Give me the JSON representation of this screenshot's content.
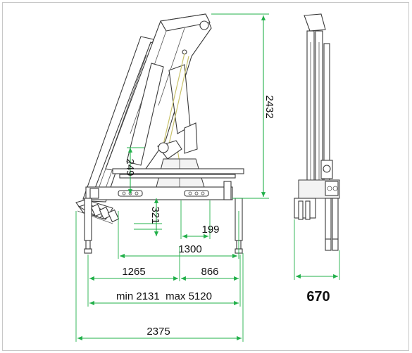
{
  "colors": {
    "dimension_line": "#22b04a",
    "outline": "#3a3a3a",
    "hydraulic_line": "#c9c26b",
    "text": "#111111"
  },
  "dimensions": {
    "height": "2432",
    "boom_offset": "249",
    "pivot_to_base": "321",
    "column_offset": "199",
    "stabilizer_to_column": "1300",
    "left_reach": "1265",
    "right_reach": "866",
    "stabilizer_span": "min 2131  max 5120",
    "overall_width": "2375",
    "side_width": "670"
  }
}
